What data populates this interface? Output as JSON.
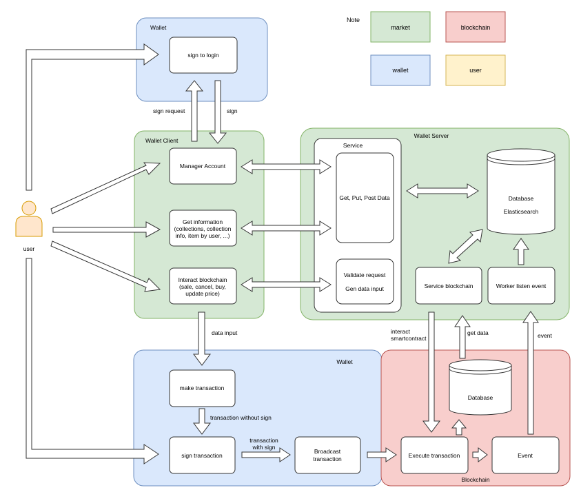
{
  "note": {
    "title": "Note",
    "legend": [
      {
        "label": "market",
        "color": "#d5e8d4"
      },
      {
        "label": "blockchain",
        "color": "#f8cecc"
      },
      {
        "label": "wallet",
        "color": "#dae8fc"
      },
      {
        "label": "user",
        "color": "#fff2cc"
      }
    ]
  },
  "colors": {
    "market_fill": "#d5e8d4",
    "market_stroke": "#82b366",
    "wallet_fill": "#dae8fc",
    "wallet_stroke": "#6c8ebf",
    "blockchain_fill": "#f8cecc",
    "blockchain_stroke": "#b85450",
    "user_fill": "#fff2cc",
    "user_stroke": "#d6b656",
    "actor_fill": "#ffe6cc",
    "actor_stroke": "#d79b00"
  },
  "user": {
    "label": "user"
  },
  "wallet_top": {
    "title": "Wallet",
    "sign_login": "sign to login",
    "sign_request": "sign request",
    "sign": "sign"
  },
  "wallet_client": {
    "title": "Wallet Client",
    "manager_account": "Manager Account",
    "get_info": [
      "Get information",
      "(collections, collection",
      "info, item by user, ...)"
    ],
    "interact": [
      "Interact blockchain",
      "(sale, cancel, buy,",
      "update price)"
    ]
  },
  "wallet_server": {
    "title": "Wallet Server",
    "service_title": "Service",
    "get_put_post": "Get, Put, Post Data",
    "validate": "Validate request",
    "gen_data": "Gen data input",
    "database": "Database",
    "elasticsearch": "Elasticsearch",
    "service_blockchain": "Service blockchain",
    "worker": "Worker listen event"
  },
  "wallet_bottom": {
    "title": "Wallet",
    "make_tx": "make transaction",
    "sign_tx": "sign transaction",
    "broadcast": [
      "Broadcast",
      "transaction"
    ],
    "tx_without_sign": "transaction without sign",
    "tx_with_sign": [
      "transaction",
      "with sign"
    ]
  },
  "blockchain": {
    "title": "Blockchain",
    "database": "Database",
    "execute_tx": "Execute transaction",
    "event_box": "Event"
  },
  "edge_labels": {
    "data_input": "data input",
    "interact_sc": [
      "interact",
      "smartcontract"
    ],
    "get_data": "get data",
    "event": "event"
  }
}
